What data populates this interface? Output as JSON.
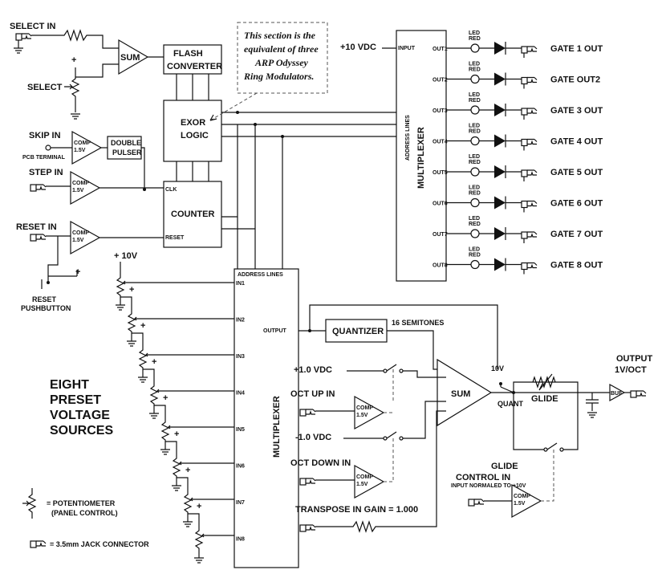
{
  "inputs": {
    "select_in": "SELECT IN",
    "select": "SELECT",
    "skip_in": "SKIP IN",
    "pcb_terminal": "PCB TERMINAL",
    "step_in": "STEP IN",
    "reset_in": "RESET IN",
    "reset_pushbutton_1": "RESET",
    "reset_pushbutton_2": "PUSHBUTTON",
    "plus": "+"
  },
  "blocks": {
    "sum": "SUM",
    "flash_1": "FLASH",
    "flash_2": "CONVERTER",
    "exor_1": "EXOR",
    "exor_2": "LOGIC",
    "double_1": "DOUBLE",
    "double_2": "PULSER",
    "comp": "COMP",
    "comp_v": "1.5V",
    "counter": "COUNTER",
    "clk": "CLK",
    "reset": "RESET",
    "mux": "MULTIPLEXER",
    "address_lines": "ADDRESS LINES",
    "input": "INPUT",
    "output": "OUTPUT",
    "quantizer": "QUANTIZER",
    "sixteen": "16 SEMITONES",
    "glide": "GLIDE",
    "quant": "QUANT",
    "buf": "BUF",
    "ten_v": "10V"
  },
  "note": {
    "line1": "This section is the",
    "line2": "equivalent of three",
    "line3": "ARP Odyssey",
    "line4": "Ring Modulators."
  },
  "supply": {
    "plus10vdc": "+10 VDC",
    "plus10v": "+ 10V",
    "plus1vdc": "+1.0 VDC",
    "minus1vdc": "-1.0 VDC"
  },
  "outputs": {
    "out_labels": [
      "OUT1",
      "OUT2",
      "OUT3",
      "OUT4",
      "OUT5",
      "OUT6",
      "OUT7",
      "OUT8"
    ],
    "led_1": "LED",
    "led_2": "RED",
    "gates": [
      "GATE 1 OUT",
      "GATE  OUT2",
      "GATE 3 OUT",
      "GATE 4 OUT",
      "GATE 5 OUT",
      "GATE 6 OUT",
      "GATE 7 OUT",
      "GATE 8 OUT"
    ],
    "output_1": "OUTPUT",
    "output_2": "1V/OCT"
  },
  "mux2": {
    "ins": [
      "IN1",
      "IN2",
      "IN3",
      "IN4",
      "IN5",
      "IN6",
      "IN7",
      "IN8"
    ]
  },
  "octave": {
    "oct_up": "OCT UP IN",
    "oct_down": "OCT DOWN IN",
    "transpose": "TRANSPOSE IN  GAIN = 1.000",
    "glide_control": "GLIDE",
    "glide_control_2": "CONTROL  IN",
    "input_normaled": "INPUT NORMALED TO +10V"
  },
  "preset": {
    "l1": "EIGHT",
    "l2": "PRESET",
    "l3": "VOLTAGE",
    "l4": "SOURCES"
  },
  "legend": {
    "pot": "= POTENTIOMETER",
    "pot_2": "(PANEL CONTROL)",
    "jack": "= 3.5mm JACK CONNECTOR"
  }
}
